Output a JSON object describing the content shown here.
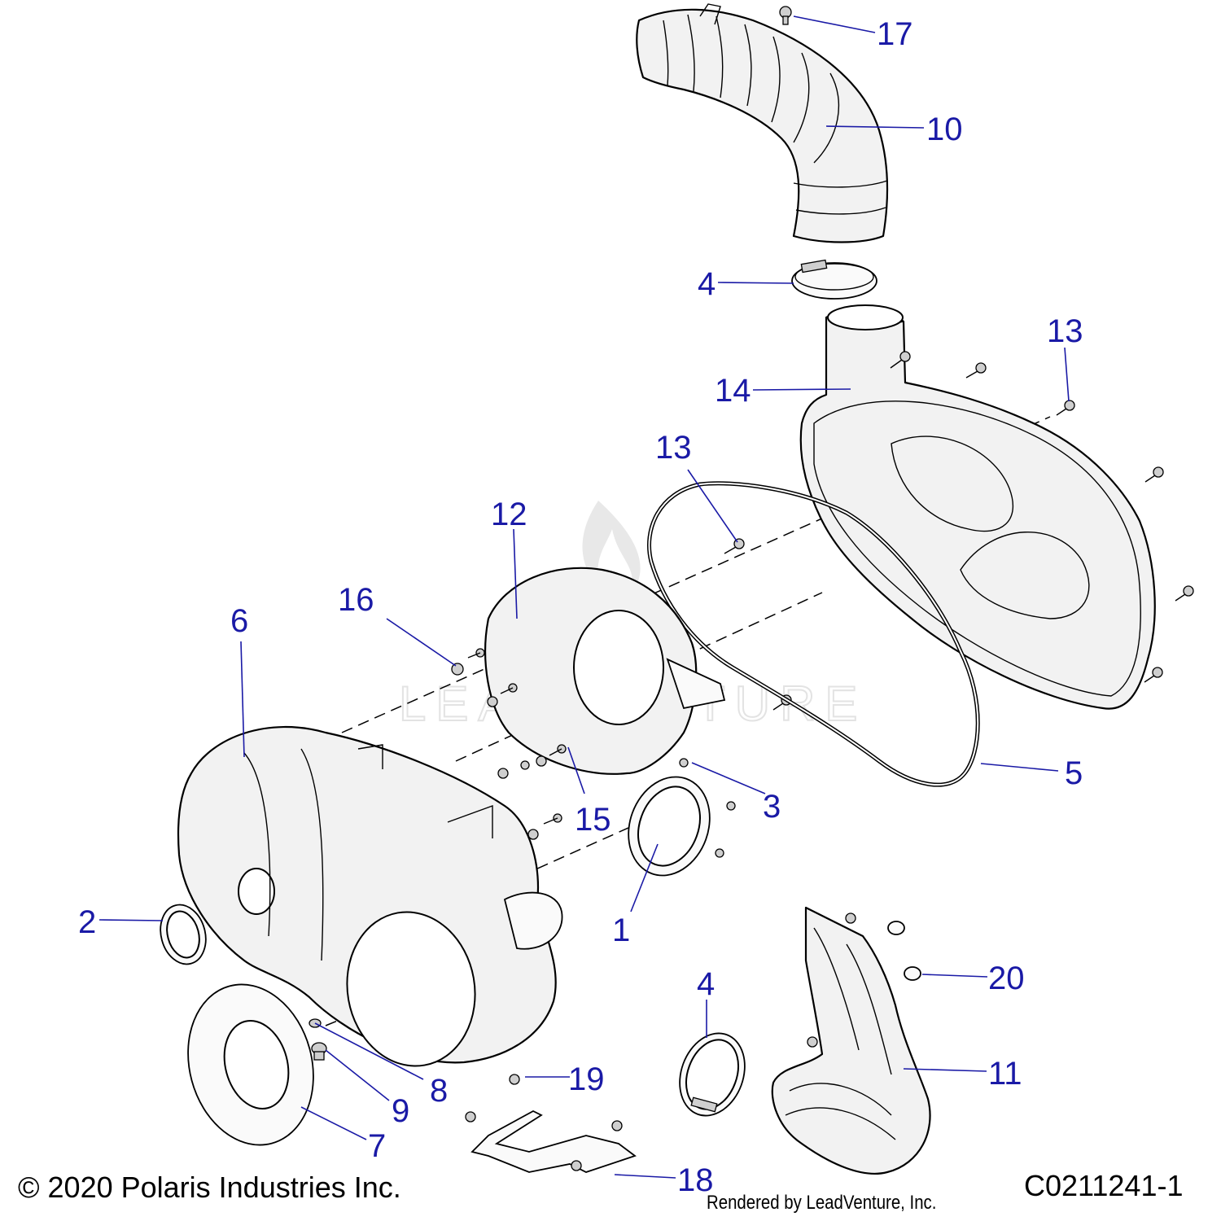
{
  "callouts": [
    {
      "id": "c1",
      "label": "1"
    },
    {
      "id": "c2",
      "label": "2"
    },
    {
      "id": "c3",
      "label": "3"
    },
    {
      "id": "c4a",
      "label": "4"
    },
    {
      "id": "c4b",
      "label": "4"
    },
    {
      "id": "c5",
      "label": "5"
    },
    {
      "id": "c6",
      "label": "6"
    },
    {
      "id": "c7",
      "label": "7"
    },
    {
      "id": "c8",
      "label": "8"
    },
    {
      "id": "c9",
      "label": "9"
    },
    {
      "id": "c10",
      "label": "10"
    },
    {
      "id": "c11",
      "label": "11"
    },
    {
      "id": "c12",
      "label": "12"
    },
    {
      "id": "c13a",
      "label": "13"
    },
    {
      "id": "c13b",
      "label": "13"
    },
    {
      "id": "c14",
      "label": "14"
    },
    {
      "id": "c15",
      "label": "15"
    },
    {
      "id": "c16",
      "label": "16"
    },
    {
      "id": "c17",
      "label": "17"
    },
    {
      "id": "c18",
      "label": "18"
    },
    {
      "id": "c19",
      "label": "19"
    },
    {
      "id": "c20",
      "label": "20"
    }
  ],
  "footer": {
    "copyright": "© 2020 Polaris Industries Inc.",
    "drawing_number": "C0211241-1",
    "rendered_by": "Rendered by LeadVenture, Inc."
  },
  "watermark": {
    "text": "LEADVENTURE"
  },
  "colors": {
    "callout": "#1a1aa6",
    "outline": "#000000",
    "part_fill": "#f2f2f2"
  }
}
